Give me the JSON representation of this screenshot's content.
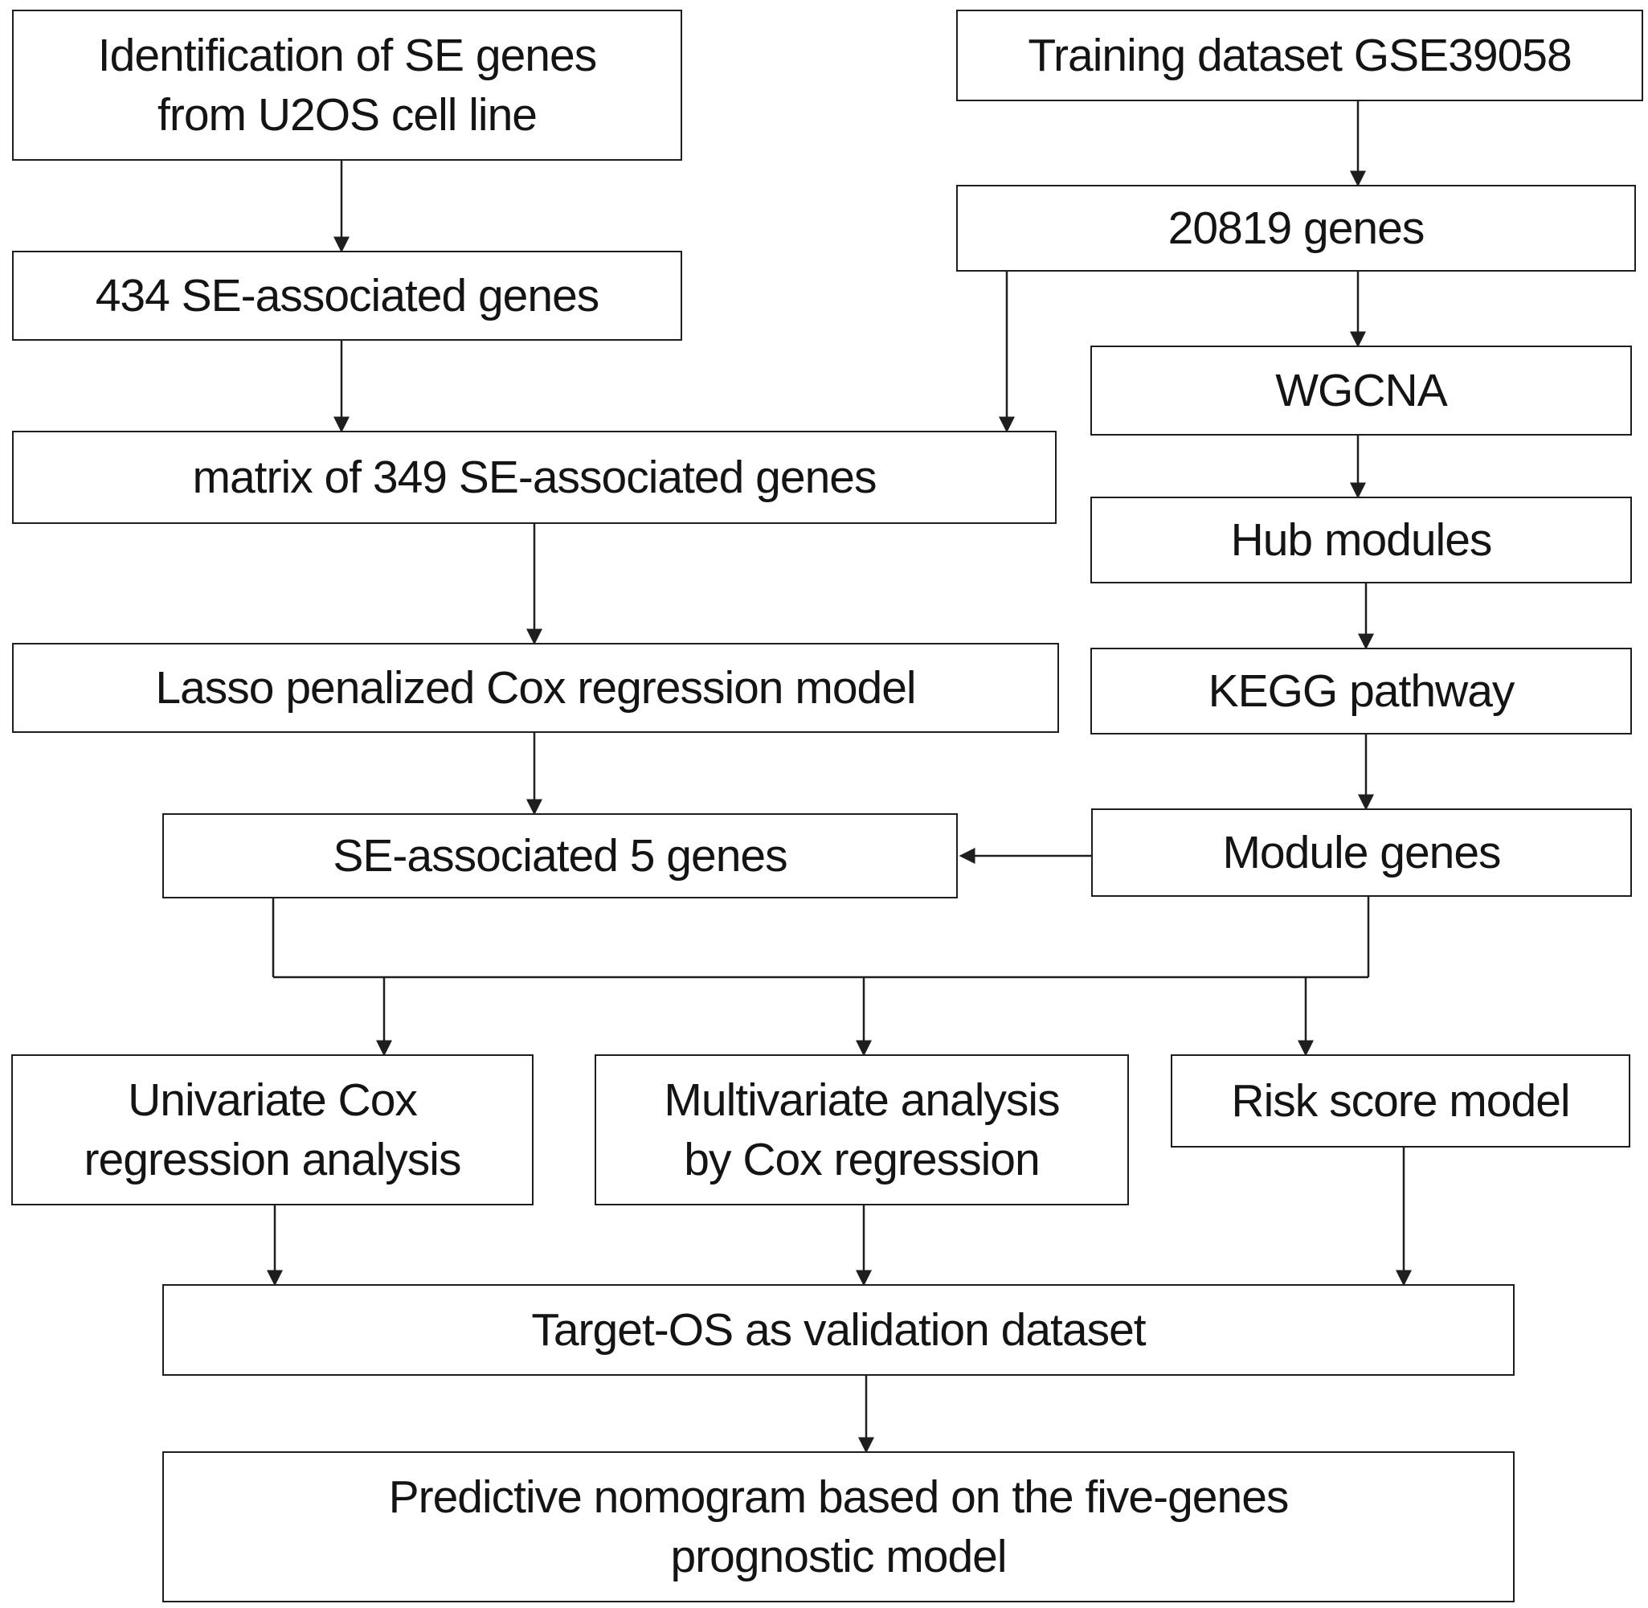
{
  "boxes": {
    "se_identification": {
      "line1": "Identification of SE genes",
      "line2": "from U2OS cell line"
    },
    "training_dataset": {
      "label": "Training dataset GSE39058"
    },
    "se_434": {
      "label": "434 SE-associated genes"
    },
    "genes_20819": {
      "label": "20819 genes"
    },
    "wgcna": {
      "label": "WGCNA"
    },
    "matrix_349": {
      "label": "matrix of 349 SE-associated genes"
    },
    "hub_modules": {
      "label": "Hub modules"
    },
    "lasso": {
      "label": "Lasso penalized Cox regression model"
    },
    "kegg": {
      "label": "KEGG pathway"
    },
    "se_5": {
      "label": "SE-associated 5 genes"
    },
    "module_genes": {
      "label": "Module genes"
    },
    "univariate": {
      "line1": "Univariate Cox",
      "line2": "regression analysis"
    },
    "multivariate": {
      "line1": "Multivariate analysis",
      "line2": "by Cox regression"
    },
    "risk_score": {
      "label": "Risk score model"
    },
    "target_os": {
      "label": "Target-OS as validation dataset"
    },
    "nomogram": {
      "line1": "Predictive nomogram based on the five-genes",
      "line2": "prognostic model"
    }
  }
}
